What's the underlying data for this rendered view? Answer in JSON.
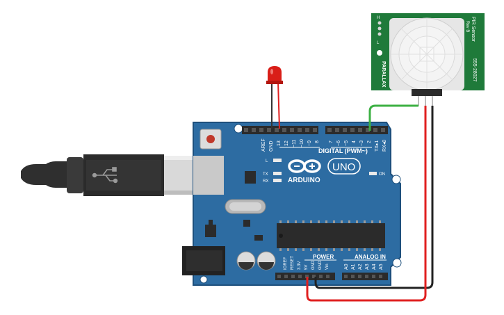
{
  "board": {
    "brand": "ARDUINO",
    "model": "UNO",
    "digital_header": "DIGITAL (PWM~)",
    "power_header": "POWER",
    "analog_header": "ANALOG IN",
    "on_led": "ON",
    "led_l": "L",
    "led_tx": "TX",
    "led_rx": "RX",
    "pin_aref": "AREF",
    "pin_gnd_top": "GND",
    "pin_13": "13",
    "pin_12": "12",
    "pin_11": "~11",
    "pin_10": "~10",
    "pin_9": "~9",
    "pin_8": "8",
    "pin_7": "7",
    "pin_6": "~6",
    "pin_5": "~5",
    "pin_4": "4",
    "pin_3": "~3",
    "pin_2": "2",
    "pin_tx1": "TX▸1",
    "pin_rx0": "RX◂0",
    "pin_ioref": "IOREF",
    "pin_reset": "RESET",
    "pin_3v3": "3.3V",
    "pin_5v": "5V",
    "pin_gnd1": "GND",
    "pin_gnd2": "GND",
    "pin_vin": "Vin",
    "pin_a0": "A0",
    "pin_a1": "A1",
    "pin_a2": "A2",
    "pin_a3": "A3",
    "pin_a4": "A4",
    "pin_a5": "A5"
  },
  "sensor": {
    "brand": "PARALLAX",
    "part": "555-28027",
    "name": "PIR Sensor",
    "rev": "Rev B",
    "jumper_h": "H",
    "jumper_l": "L"
  },
  "colors": {
    "board": "#2d6ca2",
    "board_dark": "#1d4f7c",
    "header": "#2b2b2b",
    "sensor_pcb": "#1f7a3a",
    "wire_red": "#e02020",
    "wire_black": "#222222",
    "wire_green": "#3cb043",
    "led_red": "#d91e18",
    "usb_plug": "#2f2f2f"
  }
}
